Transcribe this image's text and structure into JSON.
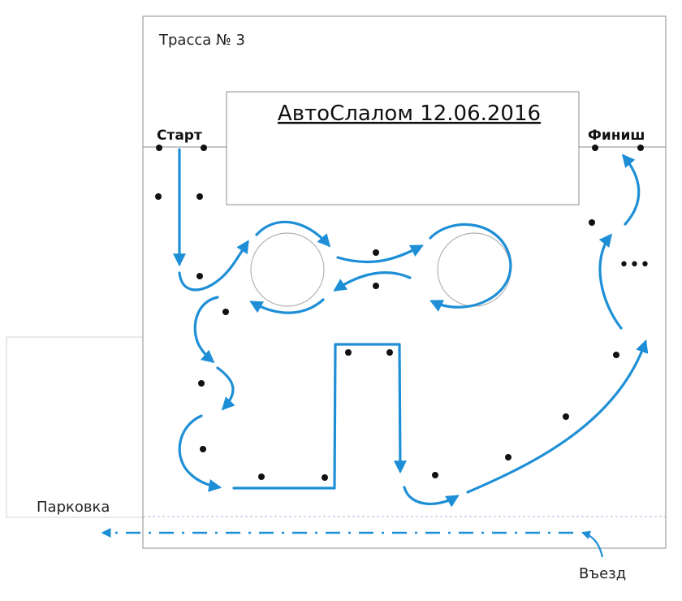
{
  "diagram": {
    "track_label": "Трасса № 3",
    "title": "АвтоСлалом 12.06.2016",
    "start_label": "Старт",
    "finish_label": "Финиш",
    "parking_label": "Парковка",
    "entry_label": "Въезд",
    "ellipsis": "•••",
    "path_color": "#1e8fd6",
    "cone_color": "#111111",
    "border_color": "#8c8c8c"
  }
}
